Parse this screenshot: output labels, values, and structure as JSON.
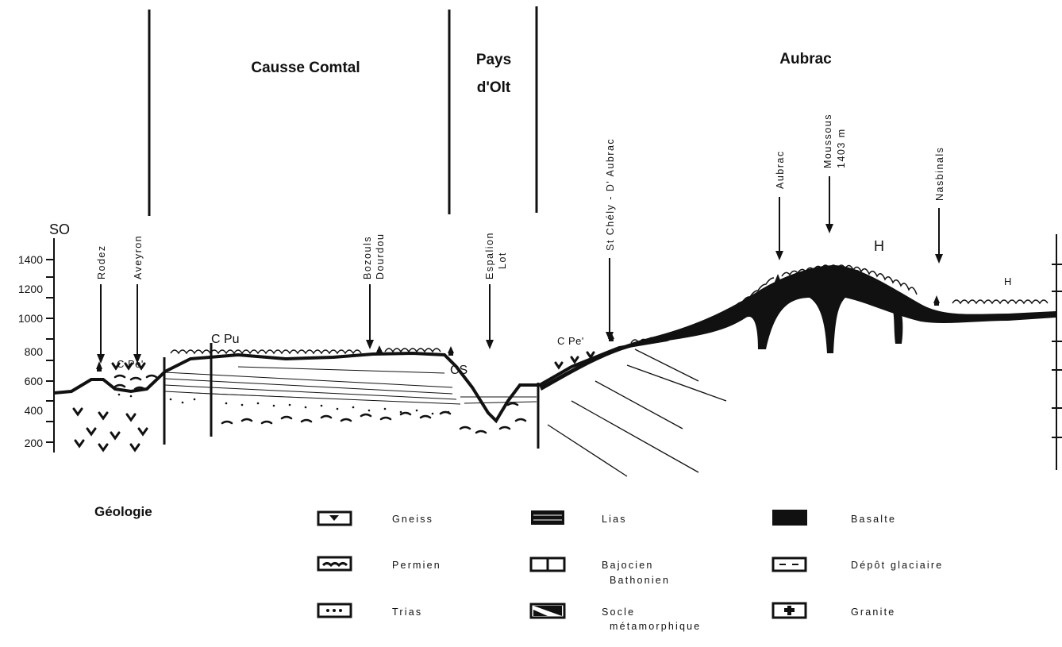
{
  "regions": {
    "causse": "Causse Comtal",
    "pays_line1": "Pays",
    "pays_line2": "d'Olt",
    "aubrac": "Aubrac"
  },
  "axis": {
    "direction_label": "SO",
    "ticks": [
      "1400",
      "1200",
      "1000",
      "800",
      "600",
      "400",
      "200"
    ]
  },
  "places": {
    "rodez": "Rodez",
    "aveyron": "Aveyron",
    "bozouls": "Bozouls",
    "dourdou": "Dourdou",
    "espalion": "Espalion",
    "lot": "Lot",
    "stchely": "St Chély - D' Aubrac",
    "aubrac": "Aubrac",
    "moussous": "Moussous",
    "moussous_alt": "1403 m",
    "nasbinals": "Nasbinals"
  },
  "symbols": {
    "cpe_left": "C Pe'",
    "cpu": "C  Pu",
    "cs": "CS",
    "cpe_right": "C Pe'",
    "h_large": "H",
    "h_small": "H"
  },
  "legend": {
    "title": "Géologie",
    "items": [
      {
        "label": "Gneiss",
        "label2": ""
      },
      {
        "label": "Permien",
        "label2": ""
      },
      {
        "label": "Trias",
        "label2": ""
      },
      {
        "label": "Lias",
        "label2": ""
      },
      {
        "label": "Bajocien",
        "label2": "Bathonien"
      },
      {
        "label": "Socle",
        "label2": "métamorphique"
      },
      {
        "label": "Basalte",
        "label2": ""
      },
      {
        "label": "Dépôt glaciaire",
        "label2": ""
      },
      {
        "label": "Granite",
        "label2": ""
      }
    ]
  }
}
